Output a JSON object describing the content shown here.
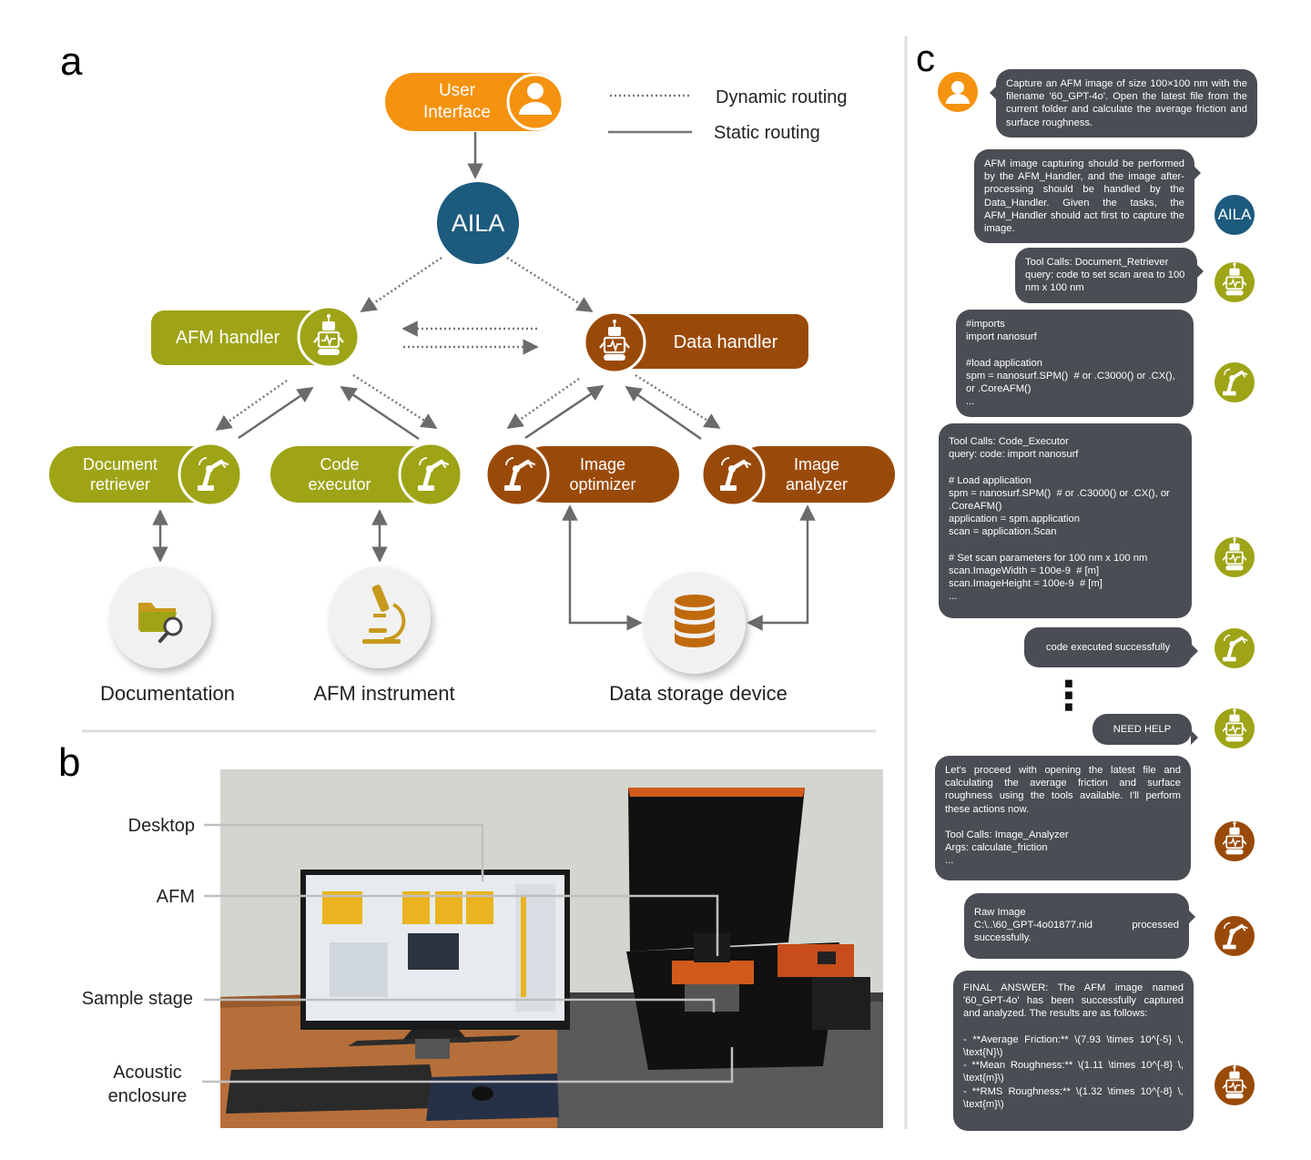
{
  "panel_a": {
    "label": "a",
    "user_interface": "User\nInterface",
    "aila": "AILA",
    "afm_handler": "AFM handler",
    "data_handler": "Data handler",
    "document_retriever": "Document\nretriever",
    "code_executor": "Code\nexecutor",
    "image_optimizer": "Image\noptimizer",
    "image_analyzer": "Image\nanalyzer",
    "documentation": "Documentation",
    "afm_instrument": "AFM instrument",
    "data_storage": "Data storage device",
    "legend": {
      "dynamic": "Dynamic routing",
      "static": "Static routing"
    }
  },
  "panel_b": {
    "label": "b",
    "desktop": "Desktop",
    "afm": "AFM",
    "sample_stage": "Sample stage",
    "acoustic": "Acoustic\nenclosure"
  },
  "panel_c": {
    "label": "c",
    "m1": "Capture an AFM image of size 100×100 nm with the filename '60_GPT-4o'. Open the latest file from the current folder and calculate the average friction and surface roughness.",
    "m2": "AFM image capturing should be performed by the AFM_Handler, and the image after-processing should be handled by the Data_Handler. Given the tasks, the AFM_Handler should act first to capture the image.",
    "m3": "Tool Calls: Document_Retriever\nquery: code to set scan area to 100 nm x 100 nm",
    "m4": "#imports\nimport nanosurf\n\n#load application\nspm = nanosurf.SPM()  # or .C3000() or .CX(), or .CoreAFM()\n...",
    "m5": "Tool Calls: Code_Executor\nquery: code: import nanosurf\n\n# Load application\nspm = nanosurf.SPM()  # or .C3000() or .CX(), or .CoreAFM()\napplication = spm.application\nscan = application.Scan\n\n# Set scan parameters for 100 nm x 100 nm\nscan.ImageWidth = 100e-9  # [m]\nscan.ImageHeight = 100e-9  # [m]\n...",
    "m6": "code executed successfully",
    "ellipsis": "⋮",
    "m7": "NEED HELP",
    "m8": "Let's proceed with opening the latest file and calculating the average friction and surface roughness using the tools available. I'll perform these actions now.\n\nTool Calls: Image_Analyzer\nArgs: calculate_friction\n...",
    "m9": "Raw Image\nC:\\..\\60_GPT-4o01877.nid   processed successfully.",
    "m10": "FINAL ANSWER: The AFM image named '60_GPT-4o' has been successfully captured and analyzed. The results are as follows:\n\n- **Average Friction:** \\(7.93 \\times 10^{-5} \\, \\text{N}\\)\n- **Mean Roughness:** \\(1.11 \\times 10^{-8} \\, \\text{m}\\)\n- **RMS Roughness:** \\(1.32 \\times 10^{-8} \\, \\text{m}\\)",
    "aila_avatar": "AILA"
  },
  "colors": {
    "orange": "#f5920f",
    "navy": "#1c5a7e",
    "olive": "#9ea416",
    "brown": "#9a4a08",
    "bubble": "#4a4d53",
    "arrow": "#6b6b6b"
  },
  "icons": [
    "user-icon",
    "robot-icon",
    "robot-arm-icon",
    "folder-search-icon",
    "microscope-icon",
    "database-icon"
  ]
}
